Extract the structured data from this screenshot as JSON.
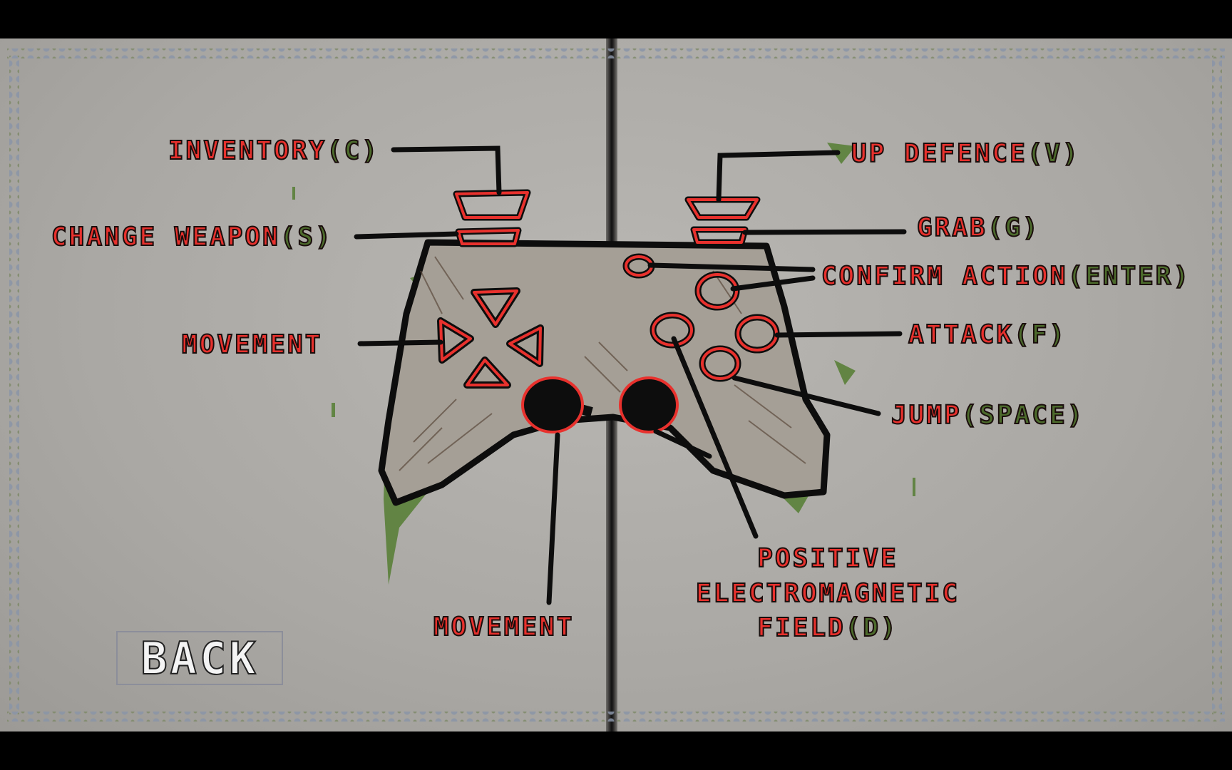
{
  "colors": {
    "label_red": "#e8312d",
    "key_green": "#4c6b2c",
    "outline": "#111111"
  },
  "labels": {
    "inventory": {
      "text": "INVENTORY",
      "key": "(C)"
    },
    "change_weapon": {
      "text": "CHANGE WEAPON",
      "key": "(S)"
    },
    "movement_left": {
      "text": "MOVEMENT"
    },
    "movement_bottom": {
      "text": "MOVEMENT"
    },
    "up_defence": {
      "text": "UP DEFENCE",
      "key": "(V)"
    },
    "grab": {
      "text": "GRAB",
      "key": "(G)"
    },
    "confirm_action": {
      "text": "CONFIRM ACTION",
      "key": "(ENTER)"
    },
    "attack": {
      "text": "ATTACK",
      "key": "(F)"
    },
    "jump": {
      "text": "JUMP",
      "key": "(SPACE)"
    },
    "positive_field": {
      "line1": "POSITIVE",
      "line2": "ELECTROMAGNETIC",
      "line3": "FIELD",
      "key": "(D)"
    }
  },
  "back_button": {
    "label": "BACK"
  }
}
